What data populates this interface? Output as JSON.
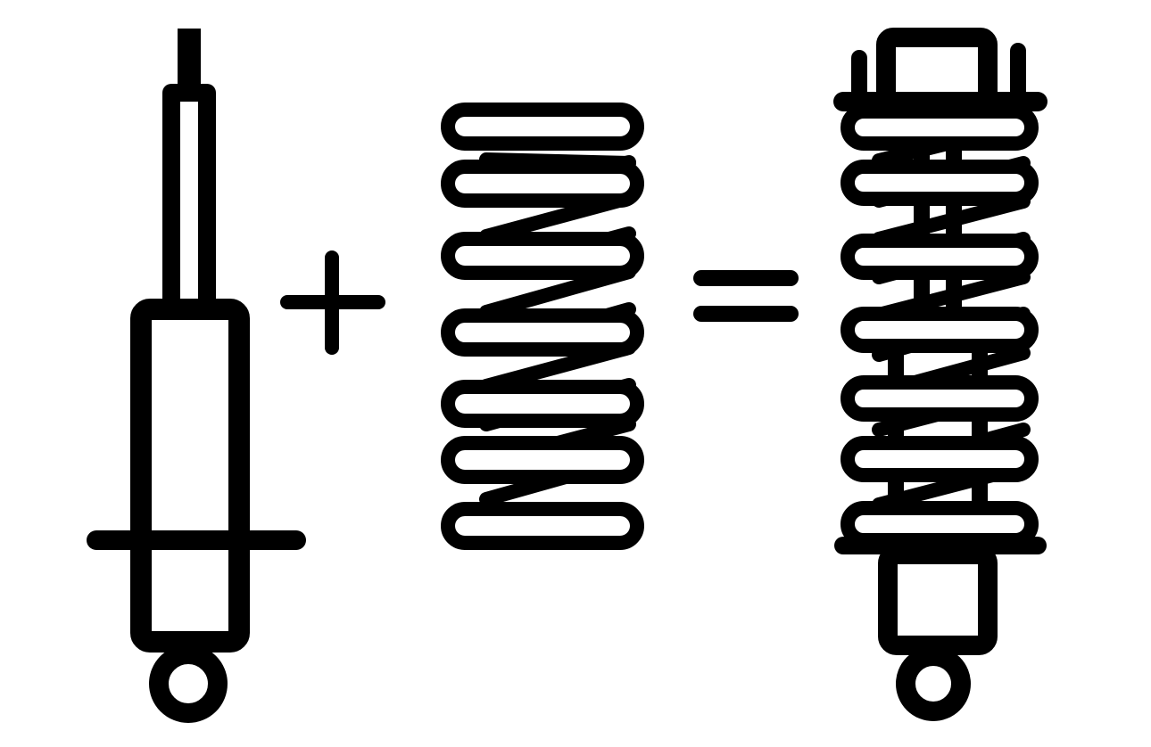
{
  "diagram": {
    "kind": "icon-equation",
    "items": [
      {
        "icon": "shock-absorber-icon"
      },
      {
        "operator": "plus"
      },
      {
        "icon": "coil-spring-icon"
      },
      {
        "operator": "equals"
      },
      {
        "icon": "coilover-icon"
      }
    ]
  },
  "colors": {
    "background": "#ffffff",
    "stroke": "#000000",
    "fill": "#ffffff"
  }
}
